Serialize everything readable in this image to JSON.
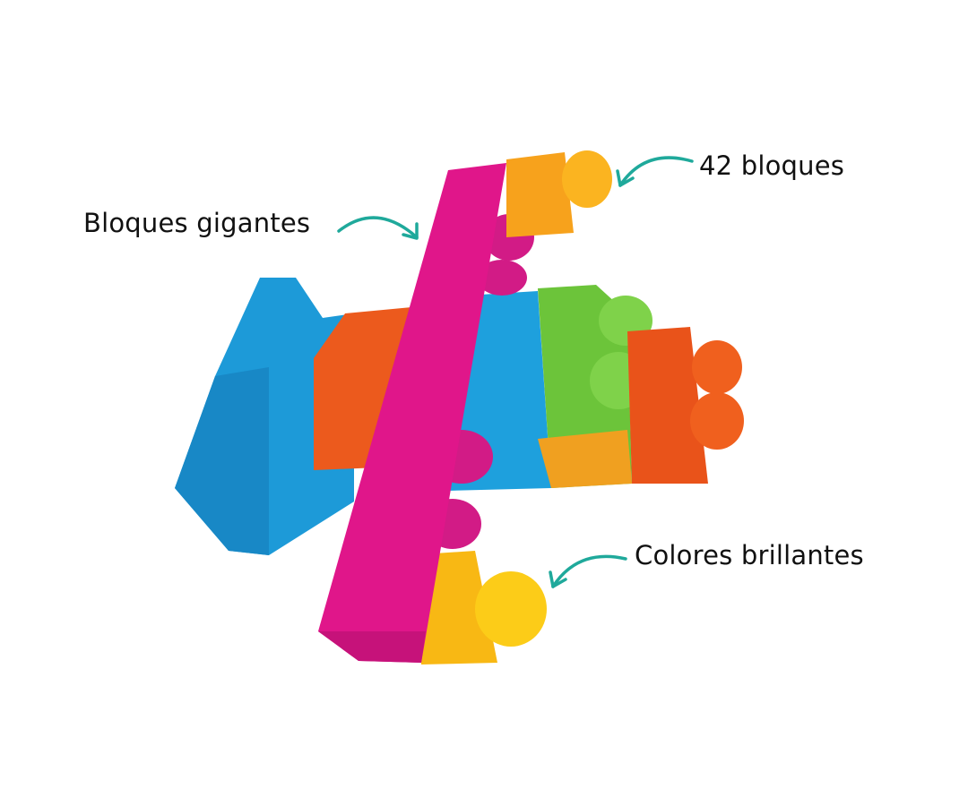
{
  "callouts": {
    "giant_blocks": "Bloques gigantes",
    "block_count": "42 bloques",
    "bright_colors": "Colores brillantes"
  },
  "colors": {
    "arrow": "#1fa99b",
    "magenta": "#e0168a",
    "blue": "#1ea0dd",
    "orange_red": "#ee5a1c",
    "green": "#6cc43a",
    "yellow": "#fbbf14",
    "amber": "#f8a51b"
  },
  "icons": [
    "curved-arrow-icon"
  ]
}
